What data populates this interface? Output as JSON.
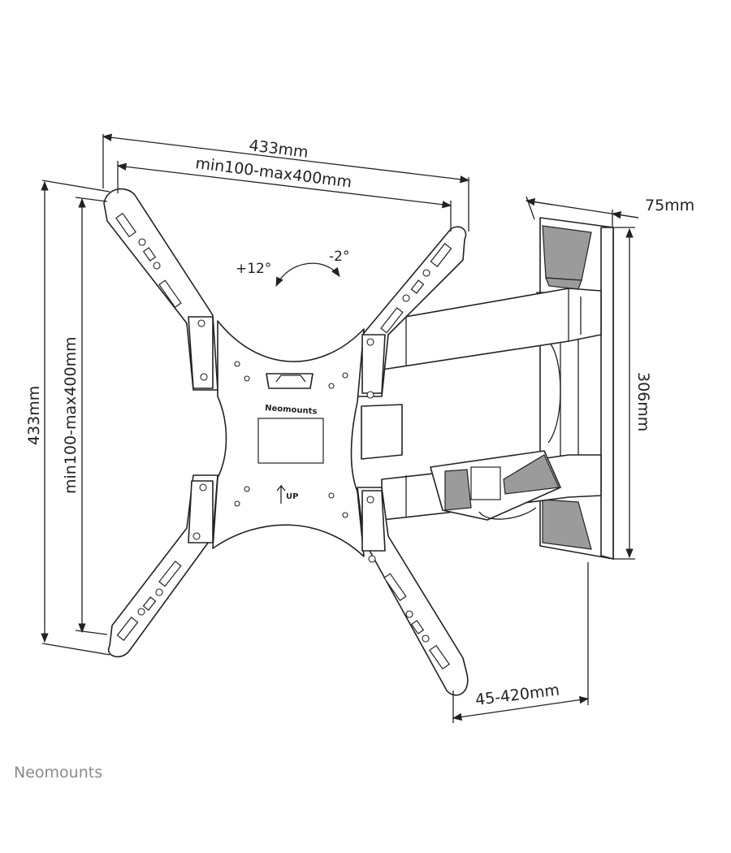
{
  "dimensions": {
    "overall_width": "433mm",
    "vesa_width": "min100-max400mm",
    "overall_height": "433mm",
    "vesa_height": "min100-max400mm",
    "depth": "75mm",
    "wall_plate_height": "306mm",
    "wall_distance": "45-420mm"
  },
  "tilt": {
    "forward": "+12°",
    "backward": "-2°"
  },
  "plate": {
    "logo_text": "Neomounts",
    "up_label": "UP"
  },
  "brand": "Neomounts"
}
